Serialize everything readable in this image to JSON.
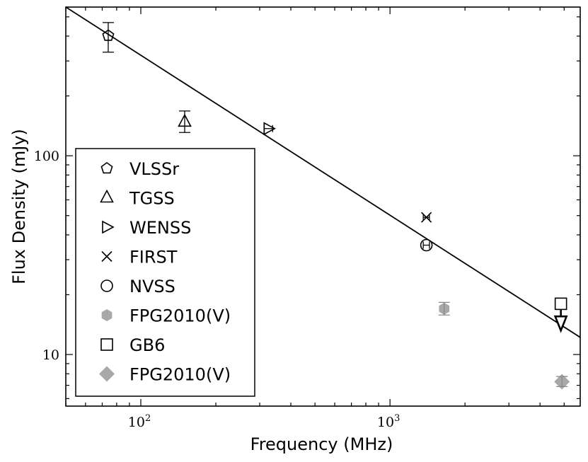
{
  "chart_data": {
    "type": "scatter",
    "xlabel": "Frequency (MHz)",
    "ylabel": "Flux Density (mJy)",
    "xscale": "log",
    "yscale": "log",
    "xlim": [
      50,
      5800
    ],
    "ylim": [
      5.5,
      560
    ],
    "x_ticks": [
      {
        "value": 100,
        "base": "10",
        "exp": "2"
      },
      {
        "value": 1000,
        "base": "10",
        "exp": "3"
      }
    ],
    "y_ticks": [
      {
        "value": 10,
        "label": "10"
      },
      {
        "value": 100,
        "label": "100"
      }
    ],
    "grid": false,
    "legend_position": "lower-left",
    "colors": {
      "black": "#000000",
      "gray": "#a8a8a8",
      "gray_edge": "#8a8a8a"
    },
    "fit_line": {
      "x": [
        50,
        5800
      ],
      "y": [
        560,
        12.2
      ]
    },
    "series": [
      {
        "name": "VLSSr",
        "marker": "pentagon",
        "color": "#000000",
        "filled": false,
        "points": [
          {
            "x": 74,
            "y": 402,
            "yerr_low": 332,
            "yerr_high": 468
          }
        ]
      },
      {
        "name": "TGSS",
        "marker": "triangle-up",
        "color": "#000000",
        "filled": false,
        "points": [
          {
            "x": 150,
            "y": 148,
            "yerr_low": 131,
            "yerr_high": 168
          }
        ]
      },
      {
        "name": "WENSS",
        "marker": "triangle-right",
        "color": "#000000",
        "filled": false,
        "points": [
          {
            "x": 325,
            "y": 137,
            "xerr_low": 313,
            "xerr_high": 338
          }
        ]
      },
      {
        "name": "FIRST",
        "marker": "x",
        "color": "#000000",
        "filled": false,
        "points": [
          {
            "x": 1400,
            "y": 49,
            "xerr_low": 1360,
            "xerr_high": 1440
          }
        ]
      },
      {
        "name": "NVSS",
        "marker": "circle",
        "color": "#000000",
        "filled": false,
        "points": [
          {
            "x": 1400,
            "y": 35.5,
            "xerr_low": 1360,
            "xerr_high": 1440
          }
        ]
      },
      {
        "name": "FPG2010(V)",
        "marker": "hexagon",
        "color": "#a8a8a8",
        "filled": true,
        "points": [
          {
            "x": 1650,
            "y": 17,
            "yerr_low": 15.8,
            "yerr_high": 18.3
          }
        ]
      },
      {
        "name": "GB6",
        "marker": "square",
        "color": "#000000",
        "filled": false,
        "upper_limit_arrow": true,
        "arrow_to_y": 13.2,
        "points": [
          {
            "x": 4850,
            "y": 18
          }
        ]
      },
      {
        "name": "FPG2010(V)",
        "marker": "diamond",
        "color": "#a8a8a8",
        "filled": true,
        "points": [
          {
            "x": 4900,
            "y": 7.3,
            "yerr_low": 6.9,
            "yerr_high": 7.75
          }
        ]
      }
    ]
  }
}
